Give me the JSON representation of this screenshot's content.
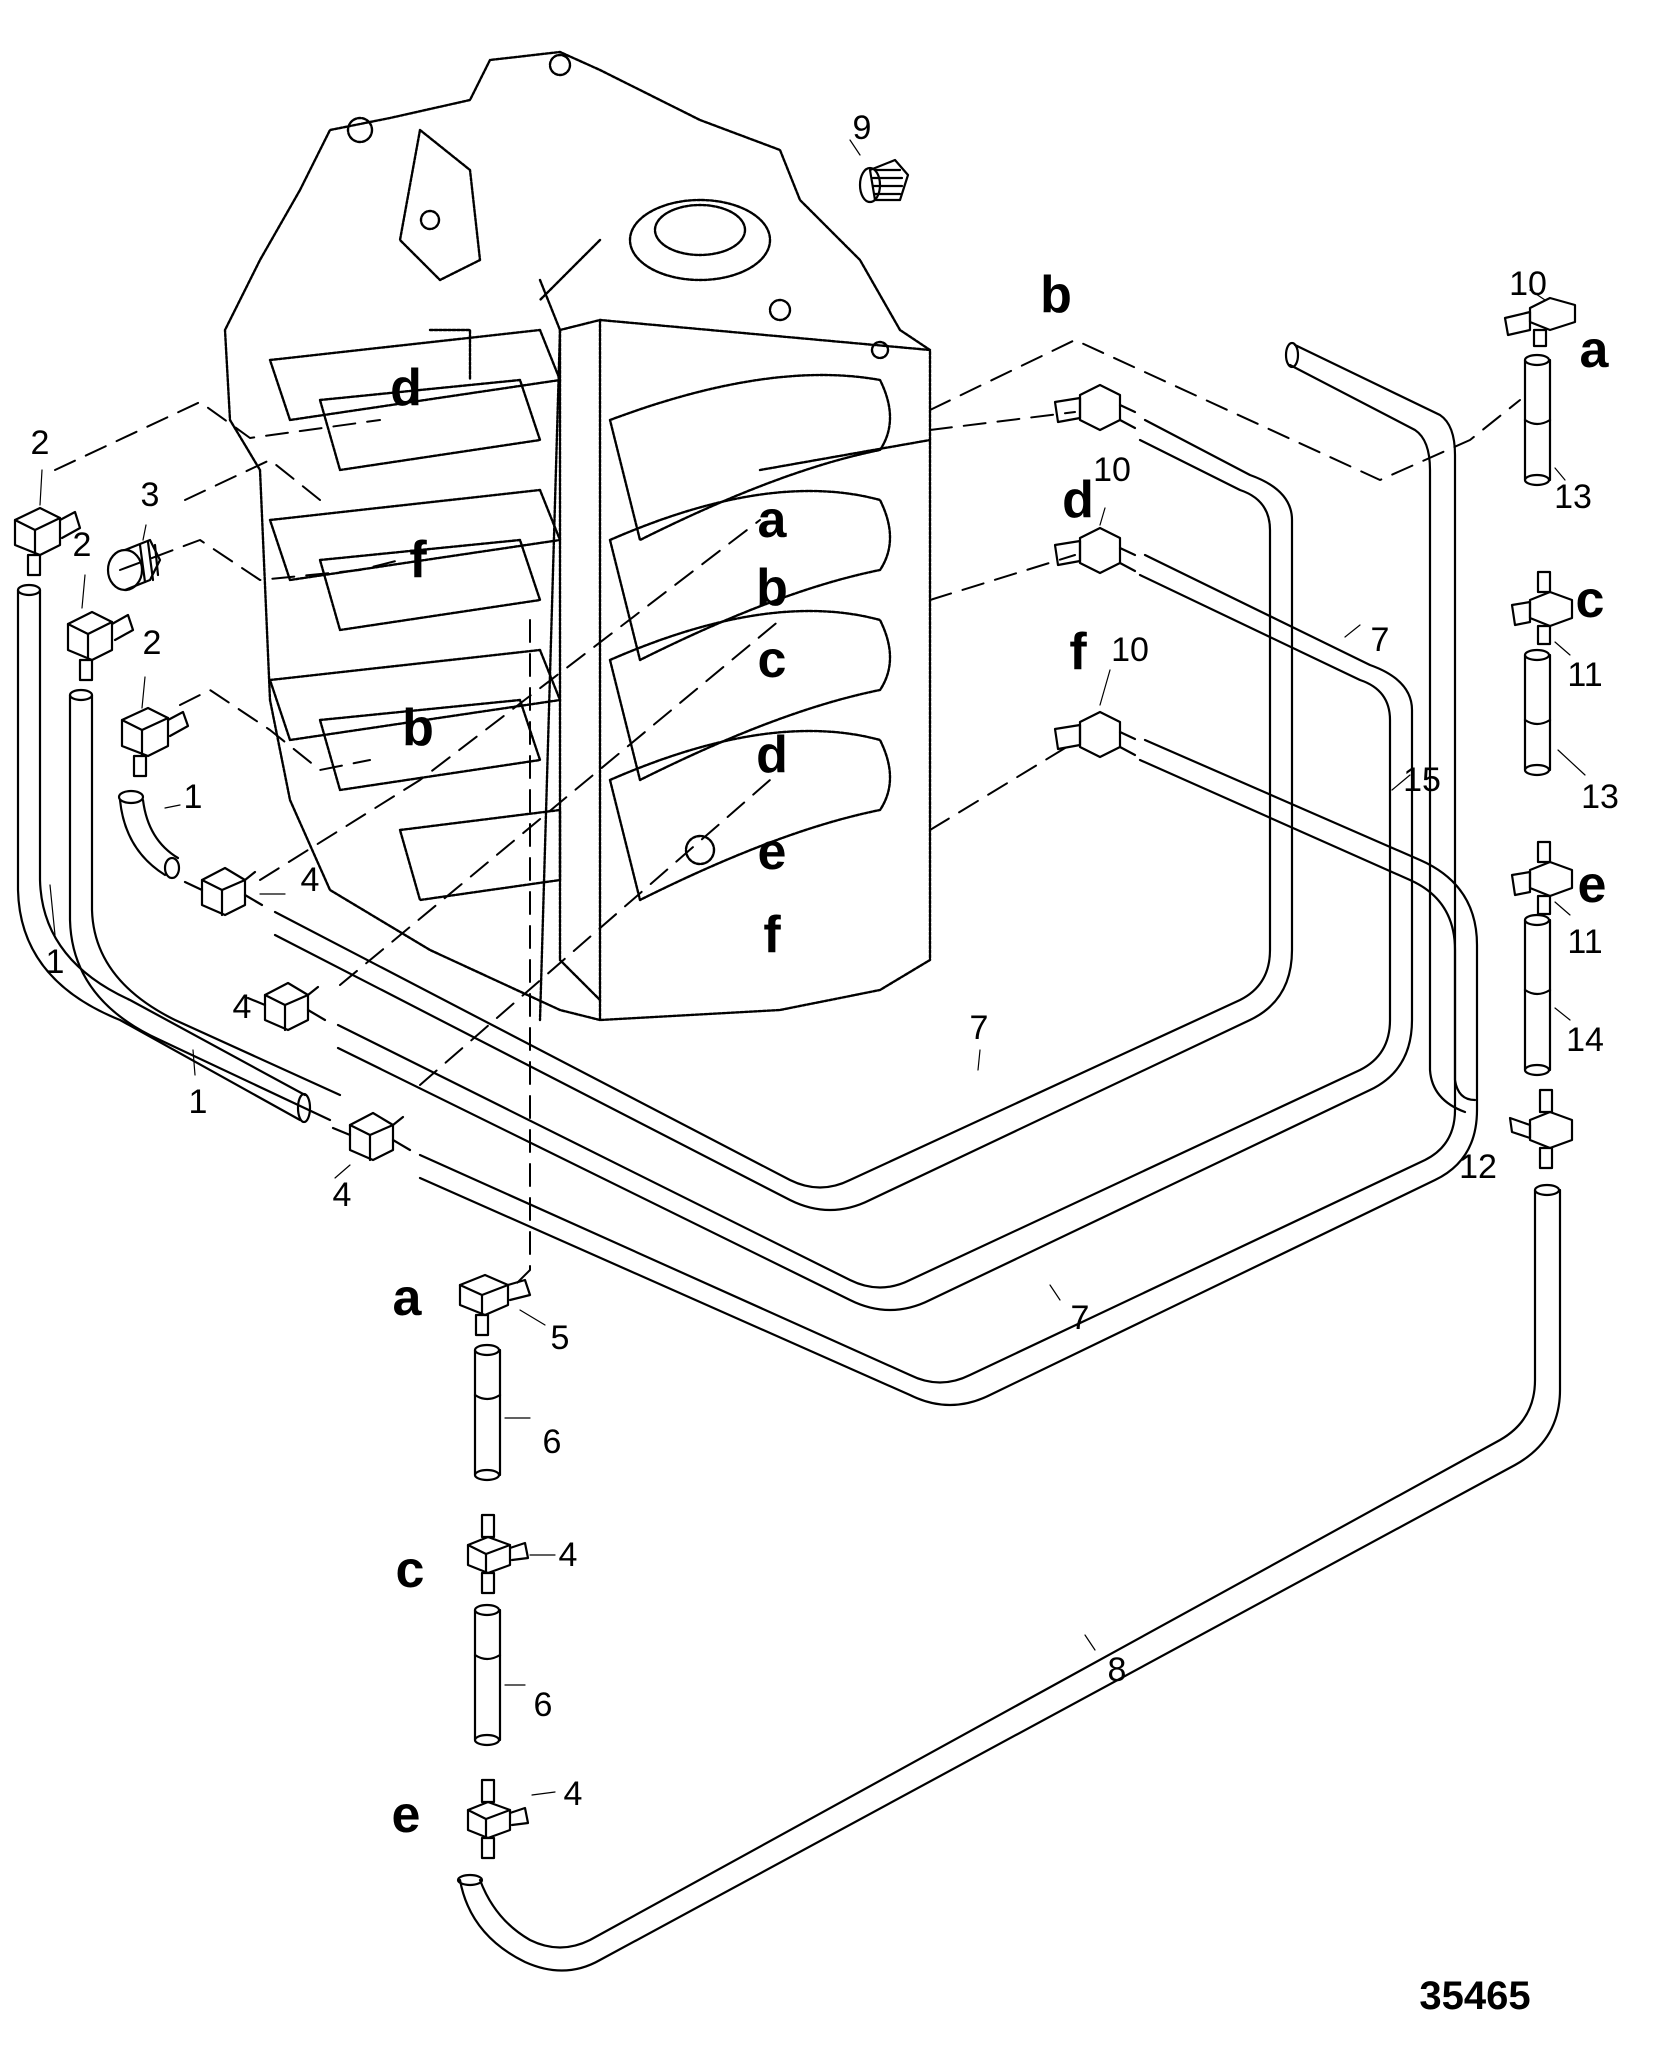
{
  "diagram": {
    "title": "",
    "figure_number": "35465",
    "stroke_color": "#000000",
    "background": "#ffffff",
    "components": [
      {
        "ref": "engine-block",
        "description": "cylinder block / crankcase"
      },
      {
        "ref": "1",
        "description": "hose"
      },
      {
        "ref": "2",
        "description": "elbow fitting"
      },
      {
        "ref": "3",
        "description": "plug"
      },
      {
        "ref": "4",
        "description": "tee fitting"
      },
      {
        "ref": "5",
        "description": "elbow fitting"
      },
      {
        "ref": "6",
        "description": "hose"
      },
      {
        "ref": "7",
        "description": "hose"
      },
      {
        "ref": "8",
        "description": "hose"
      },
      {
        "ref": "9",
        "description": "plug"
      },
      {
        "ref": "10",
        "description": "elbow fitting"
      },
      {
        "ref": "11",
        "description": "tee fitting"
      },
      {
        "ref": "12",
        "description": "tee fitting"
      },
      {
        "ref": "13",
        "description": "hose"
      },
      {
        "ref": "14",
        "description": "hose"
      },
      {
        "ref": "15",
        "description": "hose"
      }
    ],
    "callouts": {
      "n9": "9",
      "b_top": "b",
      "n10_tr": "10",
      "a_tr": "a",
      "d_eng": "d",
      "n2_a": "2",
      "n3": "3",
      "n2_b": "2",
      "n2_c": "2",
      "f_eng": "f",
      "b_eng": "b",
      "a_r": "a",
      "b_r": "b",
      "c_r": "c",
      "d_r": "d",
      "e_r": "e",
      "f_r": "f",
      "d_10": "d",
      "n10_d": "10",
      "f_10": "f",
      "n10_f": "10",
      "n7_r": "7",
      "n15": "15",
      "n13_a": "13",
      "c_rr": "c",
      "n11_a": "11",
      "n13_b": "13",
      "e_rr": "e",
      "n11_b": "11",
      "n14": "14",
      "n12": "12",
      "n1_a": "1",
      "n4_a": "4",
      "n1_b": "1",
      "n4_b": "4",
      "n1_c": "1",
      "n4_c": "4",
      "n7_m": "7",
      "n7_b": "7",
      "a_b": "a",
      "n5": "5",
      "n6_a": "6",
      "c_b": "c",
      "n4_d": "4",
      "n6_b": "6",
      "e_b": "e",
      "n4_e": "4",
      "n8": "8"
    }
  }
}
